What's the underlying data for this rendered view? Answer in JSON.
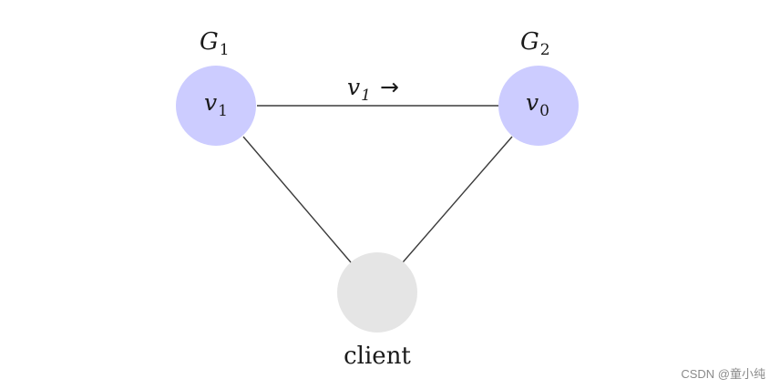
{
  "colors": {
    "group_node_fill": "#ccccff",
    "client_node_fill": "#e5e5e5",
    "edge_stroke": "#3b3b3b",
    "text": "#1a1a1a"
  },
  "nodes": {
    "g1": {
      "group_label_letter": "G",
      "group_label_subscript": "1",
      "value_letter": "v",
      "value_subscript": "1"
    },
    "g2": {
      "group_label_letter": "G",
      "group_label_subscript": "2",
      "value_letter": "v",
      "value_subscript": "0"
    },
    "client": {
      "label": "client"
    }
  },
  "edges": {
    "g1_g2": {
      "label_letter": "v",
      "label_subscript": "1",
      "label_arrow": "→"
    }
  },
  "watermark": {
    "text": "CSDN @童小纯"
  }
}
